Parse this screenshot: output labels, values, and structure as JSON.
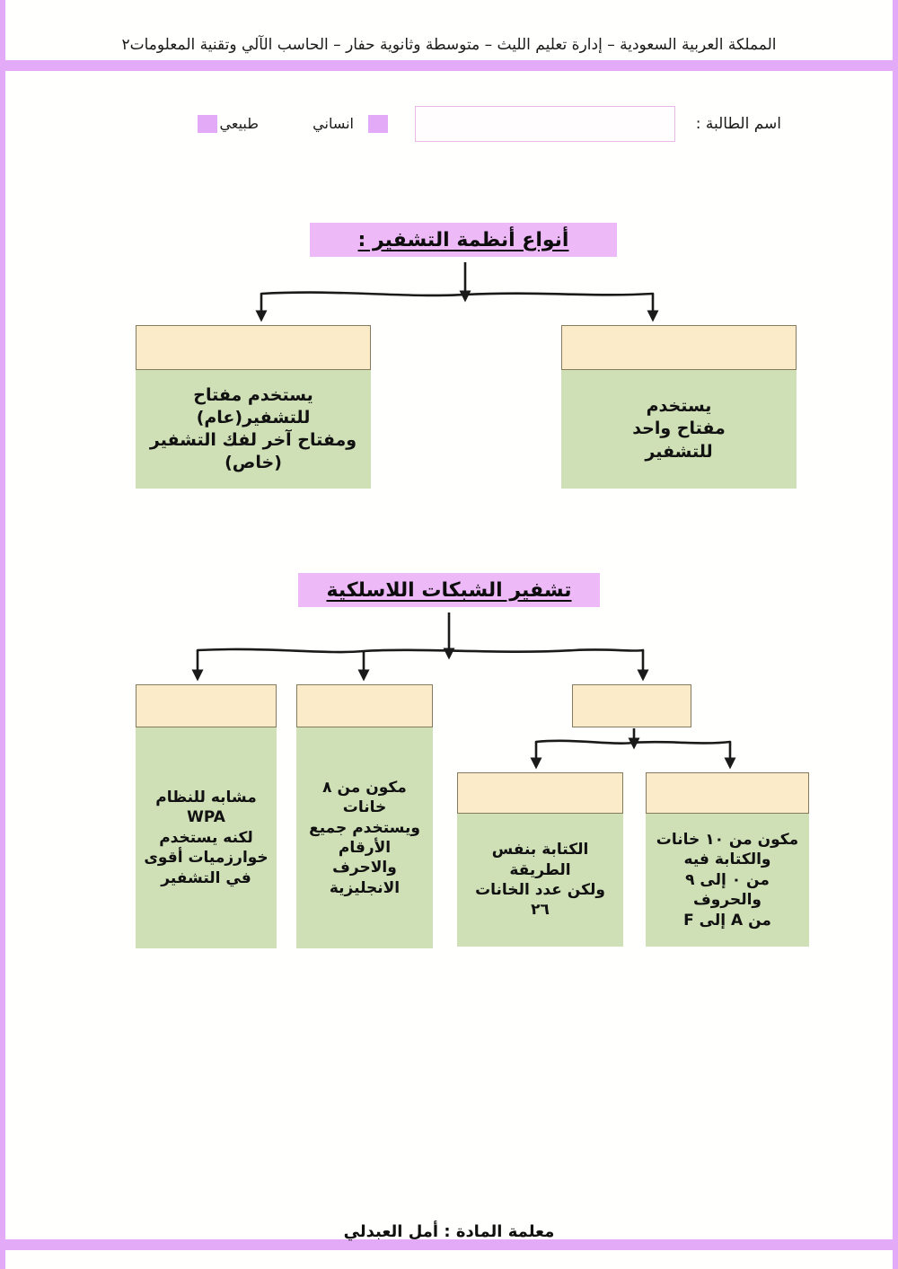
{
  "page": {
    "header_line": "المملكة العربية السعودية – إدارة تعليم الليث – متوسطة وثانوية حفار – الحاسب الآلي وتقنية المعلومات٢",
    "footer_line": "معلمة المادة : أمل العبدلي",
    "colors": {
      "accent_purple": "#e3aaf7",
      "title_purple": "#eeb9f7",
      "node_head_cream": "#fbebc8",
      "node_body_green": "#cfdfb6",
      "node_border": "#847a5e",
      "field_border": "#e8b9e6",
      "connector": "#1a1a1a"
    }
  },
  "student_info": {
    "name_label": "اسم الطالبة :",
    "name_value": "",
    "name_placeholder": "",
    "tracks": [
      {
        "label": "انساني",
        "checked": false
      },
      {
        "label": "طبيعي",
        "checked": false
      }
    ]
  },
  "diagrams": [
    {
      "id": "encryption-systems",
      "title": "أنواع أنظمة التشفير  :",
      "nodes": [
        {
          "id": "asymmetric",
          "head": "",
          "body": "يستخدم مفتاح\nللتشفير(عام)\nومفتاح آخر لفك التشفير\n(خاص)"
        },
        {
          "id": "symmetric",
          "head": "",
          "body": "يستخدم\nمفتاح واحد\nللتشفير"
        }
      ]
    },
    {
      "id": "wireless-encryption",
      "title": "تشفير الشبكات اللاسلكية",
      "nodes": [
        {
          "id": "wpa2",
          "head": "",
          "body": "مشابه للنظام\nWPA\nلكنه يستخدم\nخوارزميات أقوى\nفي التشفير"
        },
        {
          "id": "wpa",
          "head": "",
          "body": "مكون من ٨\nخانات\nويستخدم جميع\nالأرقام\nوالاحرف\nالانجليزية"
        },
        {
          "id": "wep",
          "head": "",
          "body": ""
        },
        {
          "id": "wep-64",
          "head": "",
          "body": "الكتابة بنفس الطريقة\nولكن عدد الخانات\n٢٦"
        },
        {
          "id": "wep-128",
          "head": "",
          "body": "مكون من ١٠ خانات\nوالكتابة فيه\nمن ٠ إلى ٩\nوالحروف\nمن A إلى F"
        }
      ]
    }
  ]
}
